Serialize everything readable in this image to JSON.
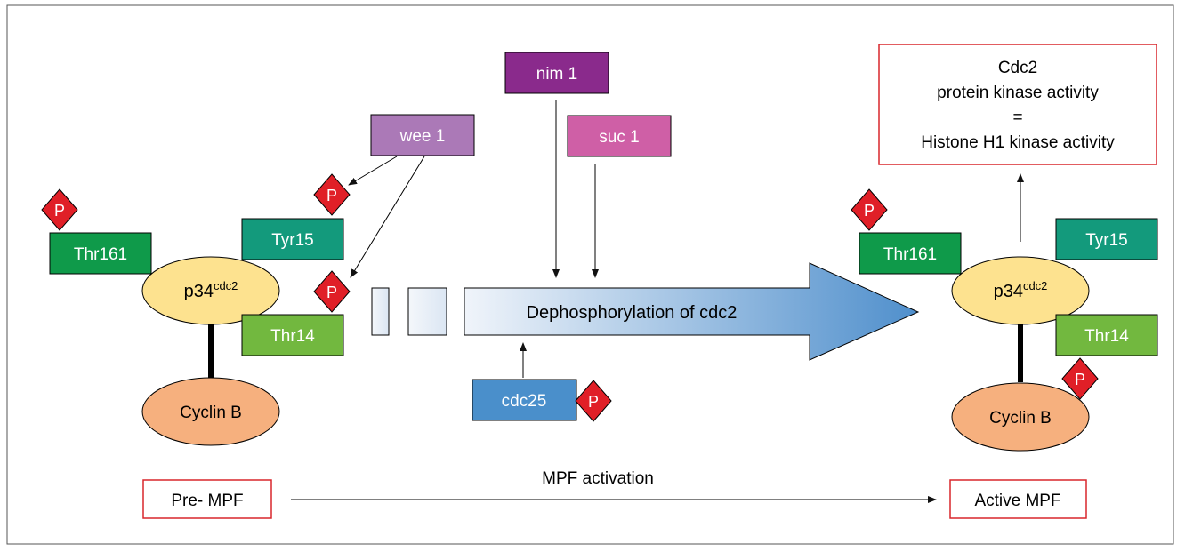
{
  "left_complex": {
    "thr161": "Thr161",
    "tyr15": "Tyr15",
    "thr14": "Thr14",
    "p34_base": "p34",
    "p34_sup": "cdc2",
    "cyclin": "Cyclin B",
    "phospho_labels": [
      "P",
      "P",
      "P"
    ]
  },
  "regulators": {
    "wee1": "wee 1",
    "nim1": "nim 1",
    "suc1": "suc 1",
    "cdc25": "cdc25",
    "cdc25_phospho": "P"
  },
  "big_arrow_label": "Dephosphorylation of cdc2",
  "right_complex": {
    "thr161": "Thr161",
    "tyr15": "Tyr15",
    "thr14": "Thr14",
    "p34_base": "p34",
    "p34_sup": "cdc2",
    "cyclin": "Cyclin B",
    "phospho_labels": [
      "P",
      "P"
    ]
  },
  "activity_box": {
    "line1": "Cdc2",
    "line2": "protein kinase activity",
    "line3": "=",
    "line4": "Histone H1 kinase activity"
  },
  "bottom": {
    "pre_mpf": "Pre- MPF",
    "activation": "MPF activation",
    "active_mpf": "Active MPF"
  },
  "colors": {
    "thr161": "#0f9a4a",
    "tyr15": "#139a7c",
    "thr14": "#72b83f",
    "p34": "#fde28f",
    "cyclin": "#f6b07e",
    "phospho": "#e01f27",
    "wee1": "#ab79b7",
    "nim1": "#8a2a8c",
    "suc1": "#cf5fa6",
    "cdc25": "#4a8fcb",
    "red_outline": "#d9262c",
    "arrow_start": "#f0f4fa",
    "arrow_end": "#4f8fcc"
  }
}
